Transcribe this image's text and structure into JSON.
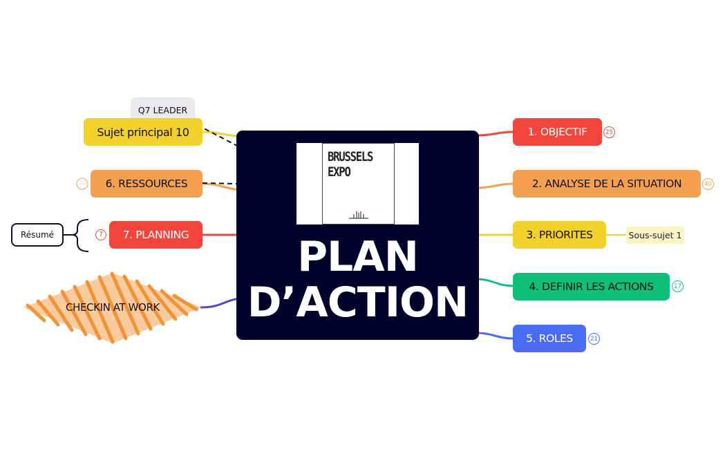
{
  "central": {
    "logo_line1": "BRUSSELS",
    "logo_line2": "EXPO",
    "title_line1": "PLAN",
    "title_line2": "D’ACTION"
  },
  "right_topics": [
    {
      "label": "1. OBJECTIF",
      "count": "25",
      "color": "#f2463c"
    },
    {
      "label": "2. ANALYSE DE LA SITUATION",
      "count": "40",
      "color": "#f5a04e"
    },
    {
      "label": "3. PRIORITES",
      "subtopic": "Sous-sujet 1",
      "color": "#f2d12a"
    },
    {
      "label": "4. DEFINIR LES ACTIONS",
      "count": "17",
      "color": "#0fbf7a"
    },
    {
      "label": "5. ROLES",
      "count": "21",
      "color": "#4a6cf5"
    }
  ],
  "left_topics": [
    {
      "label": "Sujet principal 10",
      "color": "#f2d12a"
    },
    {
      "label": "6. RESSOURCES",
      "collapsed_indicator": "···",
      "color": "#f5a04e"
    },
    {
      "label": "7. PLANNING",
      "count": "7",
      "summary": "Résumé",
      "color": "#f2463c"
    },
    {
      "label": "CHECKIN AT WORK",
      "color": "#f5a04e",
      "connector_color": "#4e4bc4"
    }
  ],
  "floating": {
    "label": "Q7 LEADER"
  },
  "icons": {
    "relationship_arrow": "dashed-arrow-icon",
    "summary_bracket": "curly-brace-icon",
    "sketch_diamond": "hatched-diamond-icon"
  }
}
